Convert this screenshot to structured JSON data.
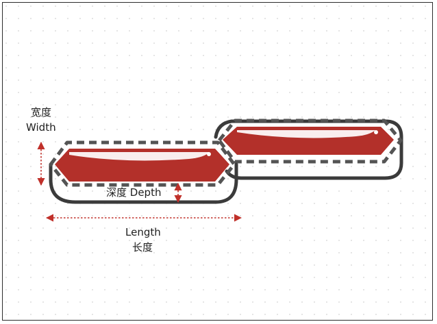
{
  "labels": {
    "width_cn": "宽度",
    "width_en": "Width",
    "depth": "深度 Depth",
    "length_en": "Length",
    "length_cn": "长度"
  },
  "colors": {
    "frame": "#2b2b2b",
    "dots": "#d4d4d4",
    "outline": "#3a3a3a",
    "dashed": "#545454",
    "tray_red": "#b3302a",
    "tray_highlight": "#ffffff",
    "arrow_red": "#c0302a"
  }
}
